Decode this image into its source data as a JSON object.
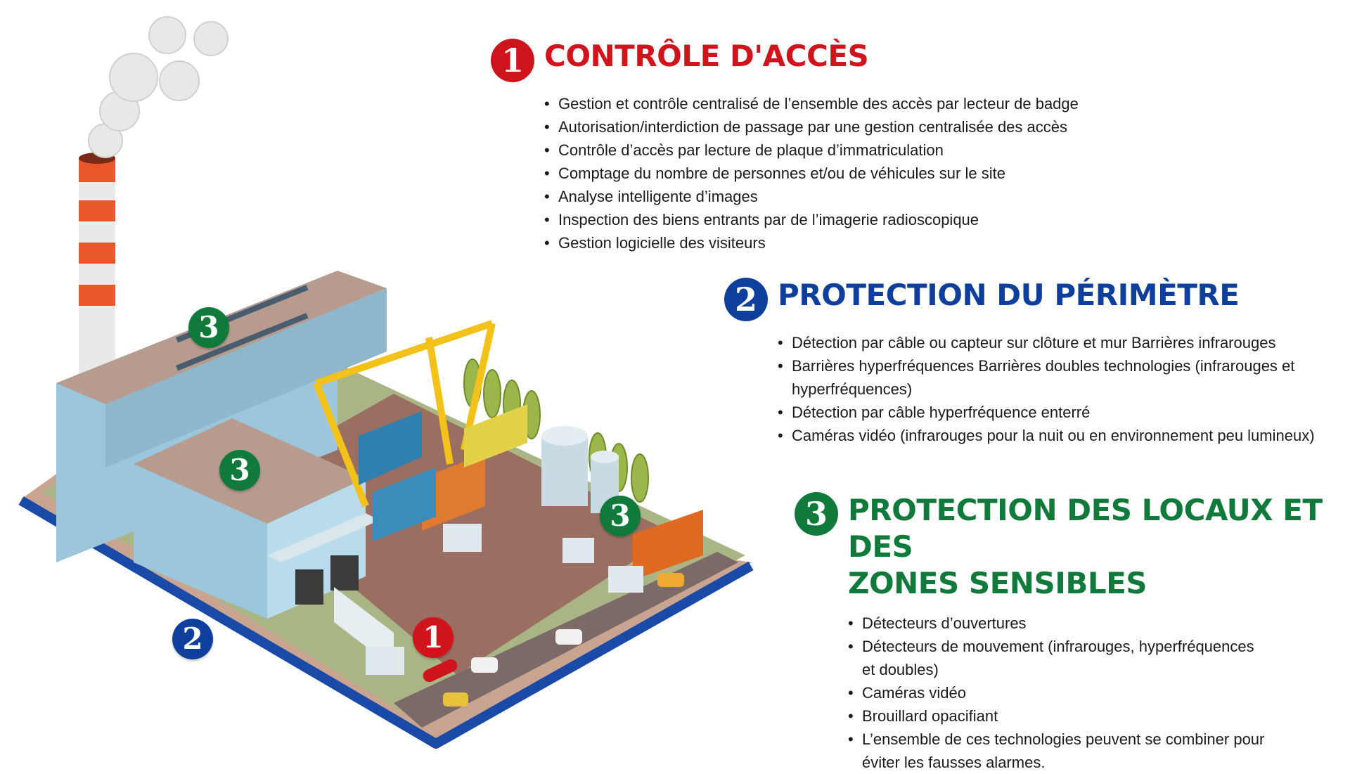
{
  "colors": {
    "red": "#d0141c",
    "blue": "#0f3f9c",
    "green": "#0f7a3a"
  },
  "sections": [
    {
      "number": "1",
      "title": "CONTRÔLE D'ACCÈS",
      "items": [
        "Gestion et contrôle centralisé de l’ensemble des accès par lecteur de badge",
        "Autorisation/interdiction de passage par une gestion centralisée des accès",
        "Contrôle d’accès par lecture de plaque d’immatriculation",
        "Comptage du nombre de personnes et/ou de véhicules sur le site",
        "Analyse intelligente d’images",
        "Inspection des biens entrants par de l’imagerie radioscopique",
        "Gestion logicielle des visiteurs"
      ]
    },
    {
      "number": "2",
      "title": "PROTECTION DU PÉRIMÈTRE",
      "items": [
        "Détection par câble ou capteur sur clôture et mur Barrières infrarouges",
        "Barrières hyperfréquences Barrières doubles technologies (infrarouges et hyperfréquences)",
        "Détection par câble hyperfréquence enterré",
        "Caméras vidéo (infrarouges pour la nuit ou en environnement peu lumineux)"
      ]
    },
    {
      "number": "3",
      "title_lines": [
        "PROTECTION DES LOCAUX ET DES",
        "ZONES SENSIBLES"
      ],
      "items": [
        "Détecteurs d’ouvertures",
        "Détecteurs de mouvement (infrarouges, hyperfréquences et doubles)",
        "Caméras vidéo",
        "Brouillard opacifiant",
        "L’ensemble de ces technologies peuvent se combiner pour éviter les fausses alarmes."
      ]
    }
  ],
  "markers": [
    "3",
    "3",
    "3",
    "2",
    "1"
  ]
}
